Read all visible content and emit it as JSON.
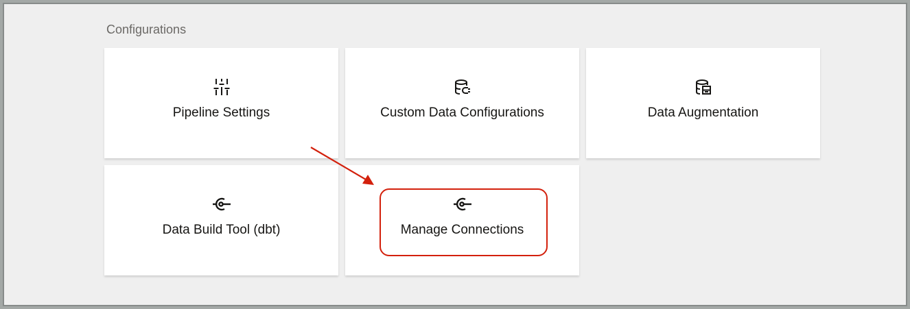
{
  "section": {
    "title": "Configurations"
  },
  "cards": [
    {
      "label": "Pipeline Settings",
      "icon": "sliders-icon"
    },
    {
      "label": "Custom Data Configurations",
      "icon": "database-plug-icon"
    },
    {
      "label": "Data Augmentation",
      "icon": "database-table-icon"
    },
    {
      "label": "Data Build Tool (dbt)",
      "icon": "connection-icon"
    },
    {
      "label": "Manage Connections",
      "icon": "connection-icon"
    }
  ],
  "annotation": {
    "color": "#d3200c",
    "target": "Manage Connections"
  }
}
